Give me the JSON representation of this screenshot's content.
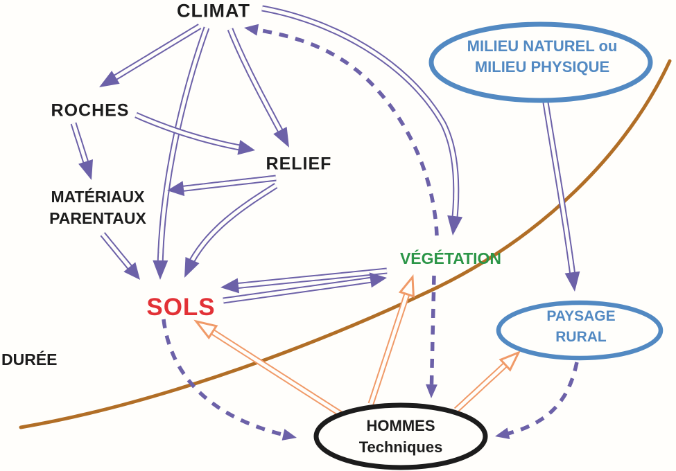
{
  "diagram": {
    "nodes": {
      "climat": {
        "label": "CLIMAT"
      },
      "roches": {
        "label": "ROCHES"
      },
      "relief": {
        "label": "RELIEF"
      },
      "materiaux": {
        "line1": "MATÉRIAUX",
        "line2": "PARENTAUX"
      },
      "sols": {
        "label": "SOLS"
      },
      "vegetation": {
        "label": "VÉGÉTATION"
      },
      "duree": {
        "label": "DURÉE"
      },
      "milieu": {
        "line1": "MILIEU NATUREL ou",
        "line2": "MILIEU PHYSIQUE"
      },
      "paysage": {
        "line1": "PAYSAGE",
        "line2": "RURAL"
      },
      "hommes": {
        "line1": "HOMMES",
        "line2": "Techniques"
      }
    },
    "colors": {
      "purple": "#6c61a8",
      "orange": "#f09a68",
      "brown": "#b16e26",
      "blue": "#5289c2",
      "green": "#2b9547",
      "red": "#e23136",
      "black": "#1c1c1c",
      "background": "#fffefb"
    },
    "edges": [
      {
        "id": "climat-roches",
        "from": "CLIMAT",
        "to": "ROCHES",
        "style": "double",
        "color": "purple"
      },
      {
        "id": "climat-sols",
        "from": "CLIMAT",
        "to": "SOLS",
        "style": "double",
        "color": "purple"
      },
      {
        "id": "climat-relief",
        "from": "CLIMAT",
        "to": "RELIEF",
        "style": "double",
        "color": "purple"
      },
      {
        "id": "climat-vegetation",
        "from": "CLIMAT",
        "to": "VÉGÉTATION",
        "style": "double",
        "color": "purple"
      },
      {
        "id": "roches-materiaux",
        "from": "ROCHES",
        "to": "MATÉRIAUX PARENTAUX",
        "style": "double",
        "color": "purple"
      },
      {
        "id": "roches-relief",
        "from": "ROCHES",
        "to": "RELIEF",
        "style": "double",
        "color": "purple"
      },
      {
        "id": "relief-materiaux",
        "from": "RELIEF",
        "to": "MATÉRIAUX PARENTAUX",
        "style": "double",
        "color": "purple"
      },
      {
        "id": "relief-sols",
        "from": "RELIEF",
        "to": "SOLS",
        "style": "double",
        "color": "purple"
      },
      {
        "id": "materiaux-sols",
        "from": "MATÉRIAUX PARENTAUX",
        "to": "SOLS",
        "style": "double",
        "color": "purple"
      },
      {
        "id": "vegetation-sols",
        "from": "VÉGÉTATION",
        "to": "SOLS",
        "style": "double",
        "color": "purple"
      },
      {
        "id": "sols-vegetation",
        "from": "SOLS",
        "to": "VÉGÉTATION",
        "style": "double",
        "color": "purple"
      },
      {
        "id": "milieu-paysage",
        "from": "MILIEU NATUREL",
        "to": "PAYSAGE RURAL",
        "style": "double",
        "color": "purple"
      },
      {
        "id": "hommes-sols",
        "from": "HOMMES",
        "to": "SOLS",
        "style": "double",
        "color": "orange"
      },
      {
        "id": "hommes-vegetation",
        "from": "HOMMES",
        "to": "VÉGÉTATION",
        "style": "double",
        "color": "orange"
      },
      {
        "id": "hommes-paysage",
        "from": "HOMMES",
        "to": "PAYSAGE RURAL",
        "style": "double",
        "color": "orange"
      },
      {
        "id": "sols-hommes",
        "from": "SOLS",
        "to": "HOMMES",
        "style": "dashed",
        "color": "purple"
      },
      {
        "id": "vegetation-hommes",
        "from": "VÉGÉTATION",
        "to": "HOMMES",
        "style": "dashed",
        "color": "purple"
      },
      {
        "id": "hommes-climat",
        "from": "HOMMES",
        "to": "CLIMAT",
        "style": "dashed",
        "color": "purple"
      },
      {
        "id": "paysage-hommes",
        "from": "PAYSAGE RURAL",
        "to": "HOMMES",
        "style": "dashed",
        "color": "purple"
      }
    ]
  }
}
